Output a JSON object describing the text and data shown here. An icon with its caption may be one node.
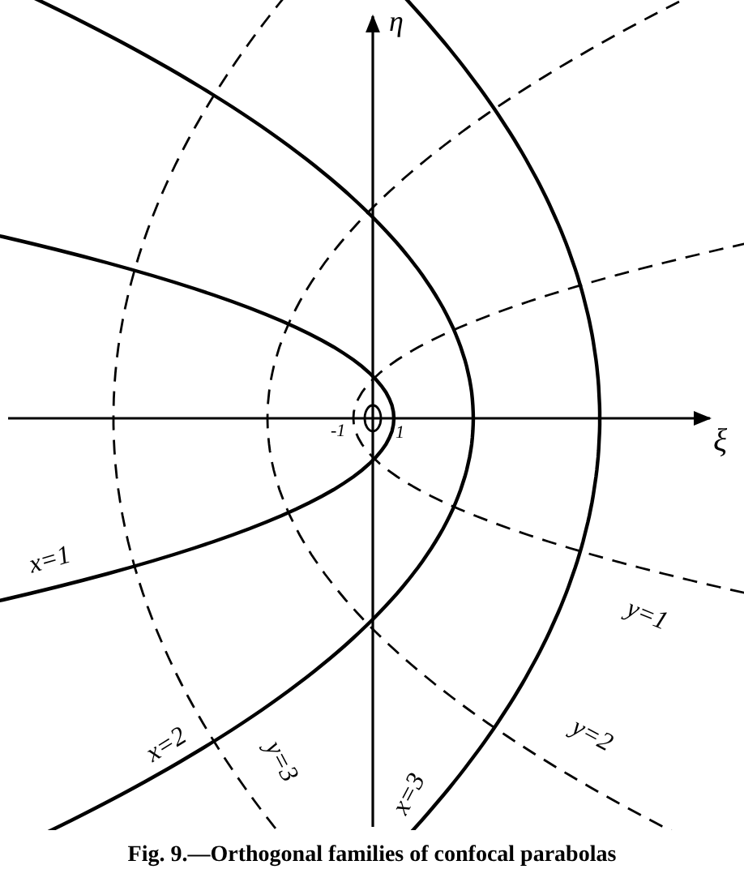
{
  "diagram": {
    "caption": "Fig. 9.—Orthogonal families of confocal parabolas",
    "labels": [
      "η",
      "ξ",
      "-1",
      "1",
      "x=1",
      "x=2",
      "x=3",
      "y=1",
      "y=2",
      "y=3"
    ]
  }
}
